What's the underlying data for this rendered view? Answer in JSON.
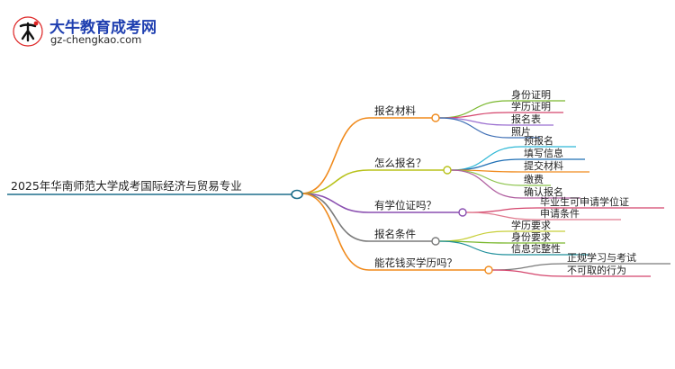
{
  "brand": {
    "title": "大牛教育成考网",
    "url": "gz-chengkao.com",
    "logo_icon": "bull-calligraphy-logo"
  },
  "root": {
    "label": "2025年华南师范大学成考国际经济与贸易专业",
    "color": "#1f6f8b"
  },
  "branches": [
    {
      "label": "报名材料",
      "color": "#f08a1c",
      "children": [
        {
          "label": "身份证明",
          "color": "#7ab82e"
        },
        {
          "label": "学历证明",
          "color": "#d4456c"
        },
        {
          "label": "报名表",
          "color": "#9b6fd0"
        },
        {
          "label": "照片",
          "color": "#3f6fb5"
        }
      ]
    },
    {
      "label": "怎么报名？",
      "color": "#b8c21a",
      "children": [
        {
          "label": "预报名",
          "color": "#2fb8d6"
        },
        {
          "label": "填写信息",
          "color": "#1f6fb5"
        },
        {
          "label": "提交材料",
          "color": "#f08a1c"
        },
        {
          "label": "缴费",
          "color": "#8bc34a"
        },
        {
          "label": "确认报名",
          "color": "#b05fa0"
        }
      ]
    },
    {
      "label": "有学位证吗？",
      "color": "#8a4fb0",
      "children": [
        {
          "label": "毕业生可申请学位证",
          "color": "#d4456c"
        },
        {
          "label": "申请条件",
          "color": "#e07b8f"
        }
      ]
    },
    {
      "label": "报名条件",
      "color": "#7a7a7a",
      "children": [
        {
          "label": "学历要求",
          "color": "#c8cf3a"
        },
        {
          "label": "身份要求",
          "color": "#7ab82e"
        },
        {
          "label": "信息完整性",
          "color": "#1f8f9b"
        }
      ]
    },
    {
      "label": "能花钱买学历吗？",
      "color": "#f08a1c",
      "children": [
        {
          "label": "正规学习与考试",
          "color": "#7a7a7a"
        },
        {
          "label": "不可取的行为",
          "color": "#d4456c"
        }
      ]
    }
  ]
}
